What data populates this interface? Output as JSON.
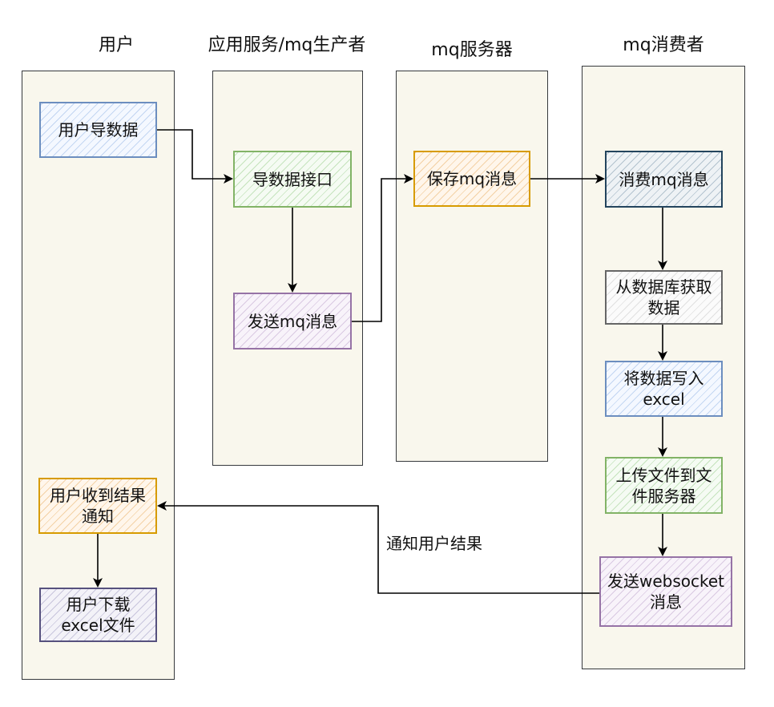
{
  "lanes": [
    {
      "id": "user",
      "title": "用户"
    },
    {
      "id": "producer",
      "title": "应用服务/mq生产者"
    },
    {
      "id": "server",
      "title": "mq服务器"
    },
    {
      "id": "consumer",
      "title": "mq消费者"
    }
  ],
  "nodes": {
    "user_export": {
      "label": "用户导数据",
      "stroke": "#6c8ebf",
      "fill": "#dae8fc"
    },
    "export_api": {
      "label": "导数据接口",
      "stroke": "#82b366",
      "fill": "#d5e8d4"
    },
    "send_mq": {
      "label": "发送mq消息",
      "stroke": "#9673a6",
      "fill": "#e1d5e7"
    },
    "save_mq": {
      "label": "保存mq消息",
      "stroke": "#d79b00",
      "fill": "#ffe6cc"
    },
    "consume_mq": {
      "label": "消费mq消息",
      "stroke": "#23445d",
      "fill": "#bac8d3"
    },
    "fetch_db": {
      "label": "从数据库获取数据",
      "stroke": "#666666",
      "fill": "#f5f5f5"
    },
    "write_excel": {
      "label": "将数据写入excel",
      "stroke": "#6c8ebf",
      "fill": "#dae8fc"
    },
    "upload_file": {
      "label": "上传文件到文件服务器",
      "stroke": "#82b366",
      "fill": "#d5e8d4"
    },
    "send_ws": {
      "label": "发送websocket消息",
      "stroke": "#9673a6",
      "fill": "#e1d5e7"
    },
    "user_notified": {
      "label": "用户收到结果通知",
      "stroke": "#d79b00",
      "fill": "#ffe6cc"
    },
    "user_download": {
      "label": "用户下载excel文件",
      "stroke": "#56517e",
      "fill": "#d0cee2"
    }
  },
  "edge_labels": {
    "notify_user": "通知用户结果"
  },
  "colors": {
    "lane_fill": "#f9f7ed",
    "lane_stroke": "#36393d",
    "arrow": "#000000"
  }
}
